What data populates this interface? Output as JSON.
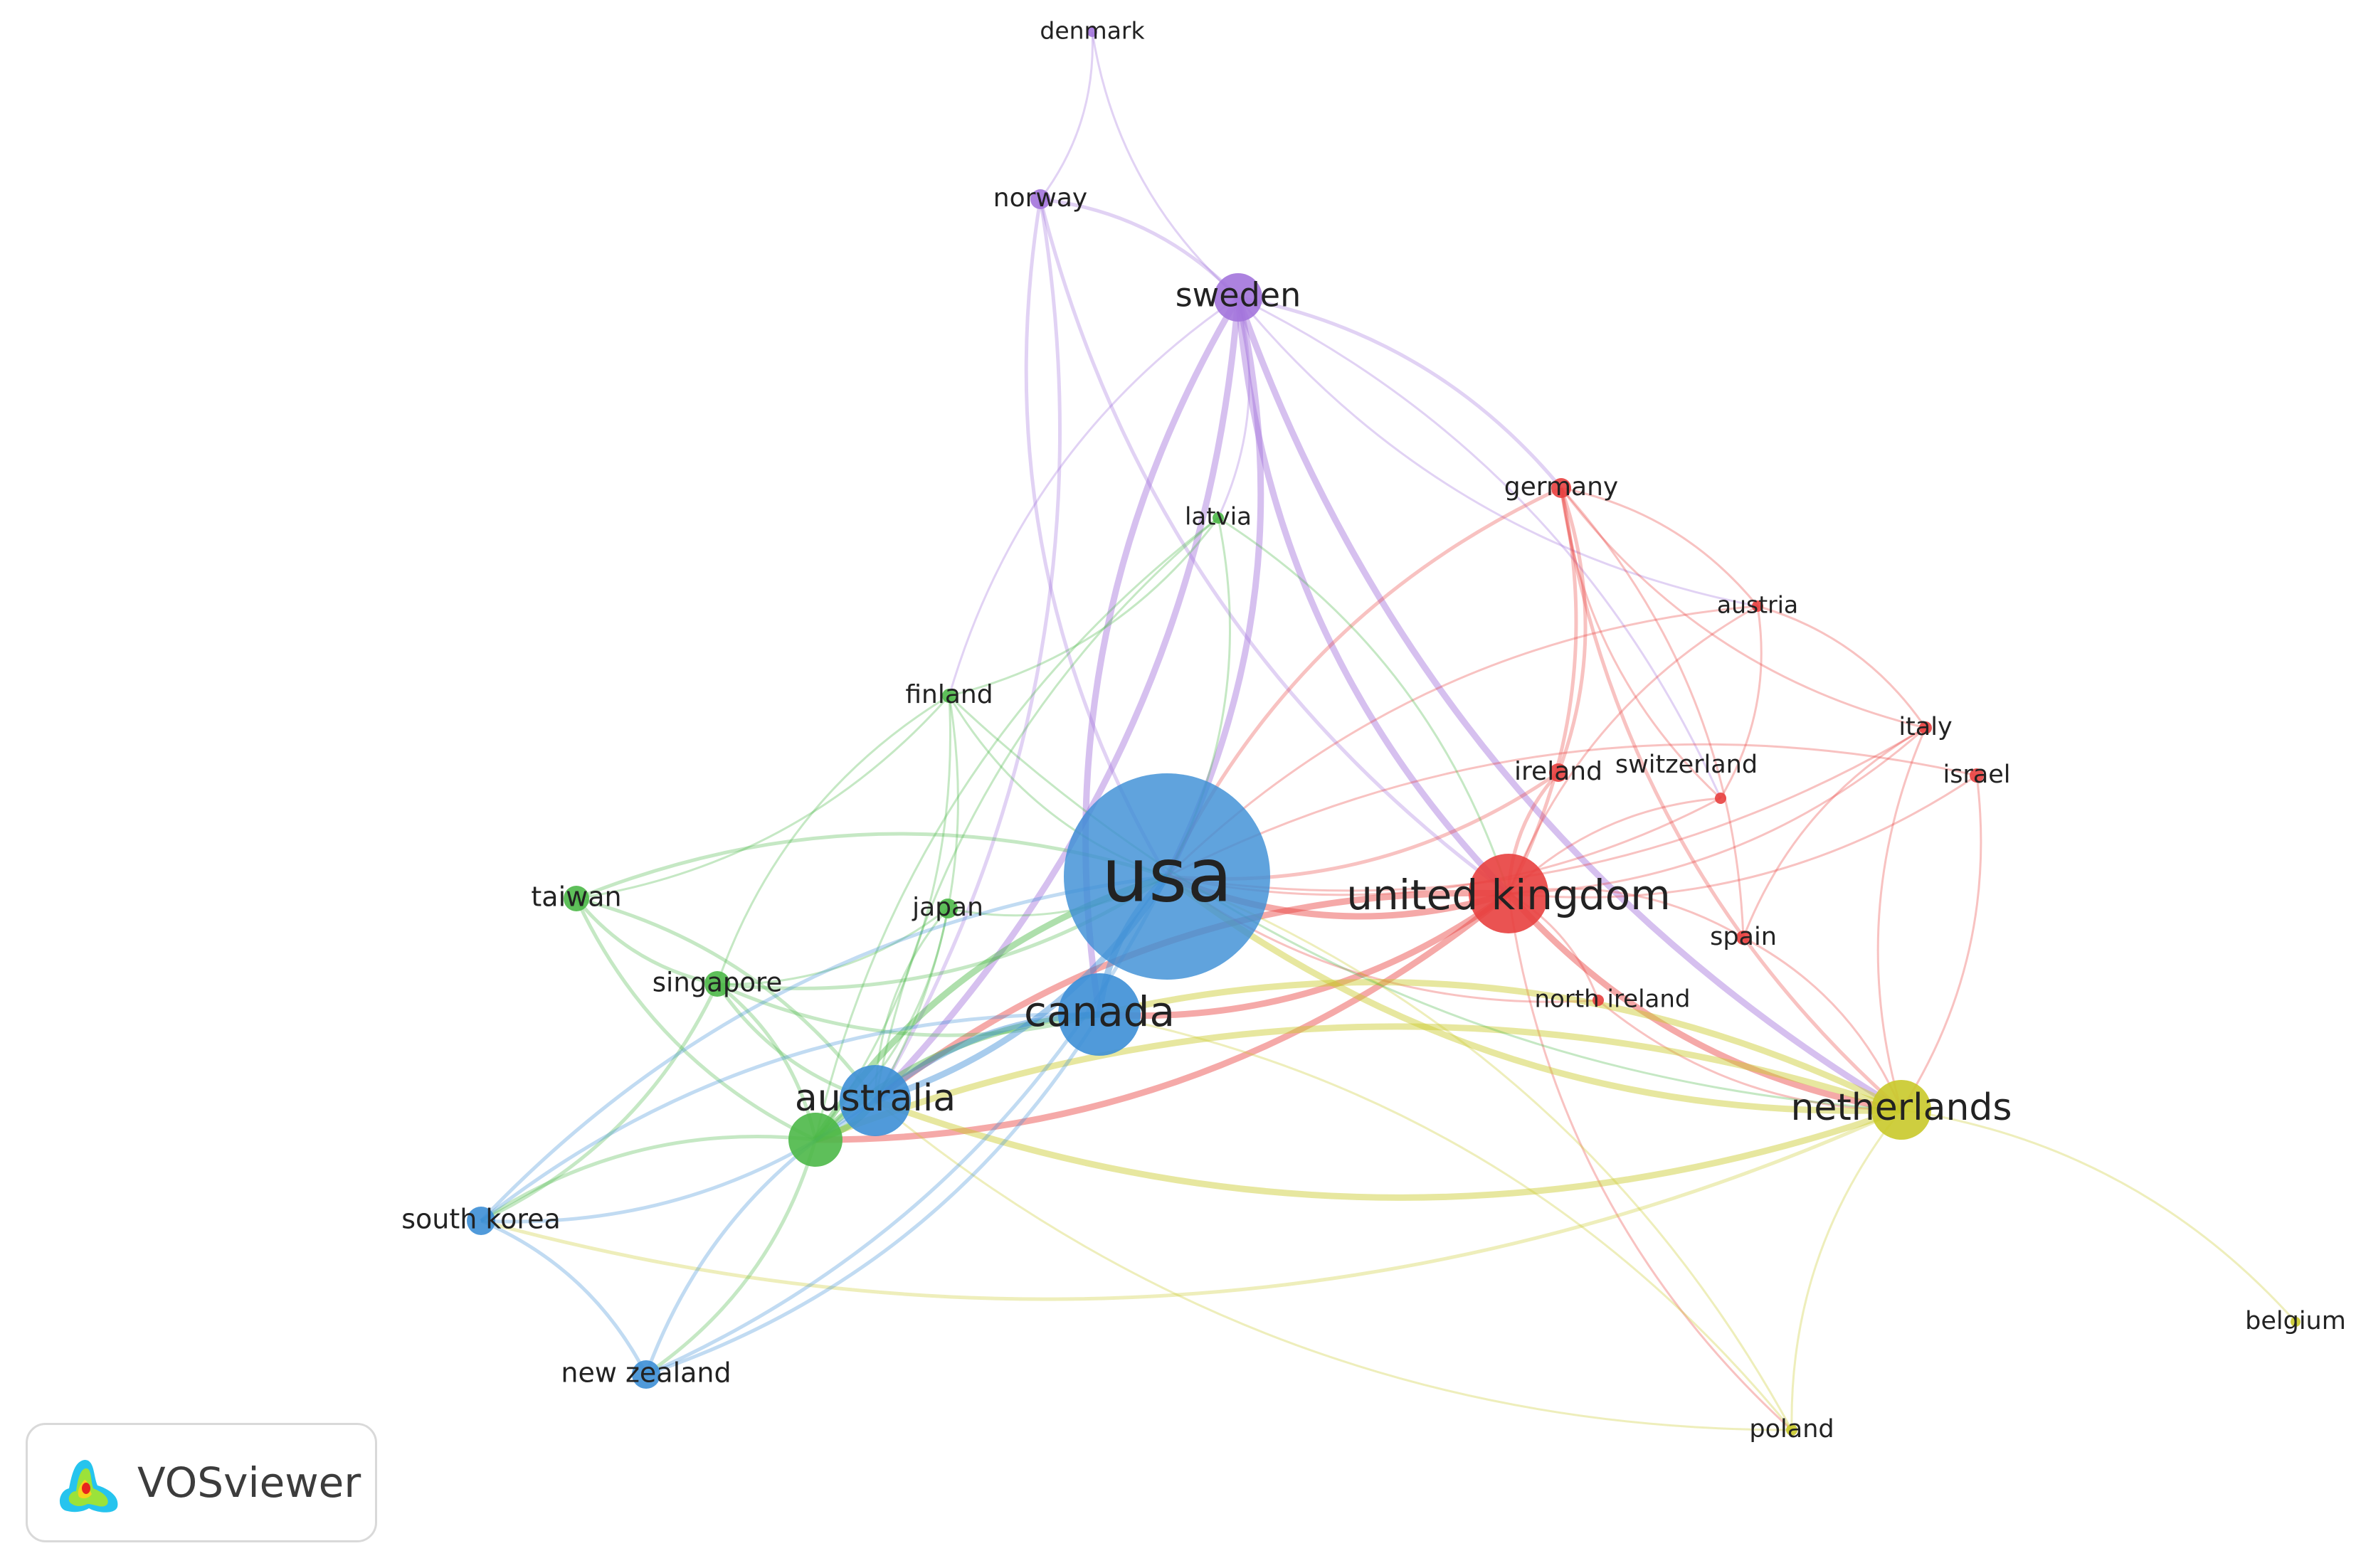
{
  "app": {
    "brand_label": "VOSviewer"
  },
  "clusters": {
    "red": "#e8403f",
    "green": "#4cb848",
    "blue": "#3d8fd6",
    "yellow": "#c9c92a",
    "purple": "#a374dc"
  },
  "nodes": [
    {
      "id": "usa",
      "label": "usa",
      "cluster": "blue",
      "weight": 10
    },
    {
      "id": "united-kingdom",
      "label": "united kingdom",
      "cluster": "red",
      "weight": 5
    },
    {
      "id": "canada",
      "label": "canada",
      "cluster": "blue",
      "weight": 5
    },
    {
      "id": "australia",
      "label": "australia",
      "cluster": "blue",
      "weight": 5
    },
    {
      "id": "netherlands",
      "label": "netherlands",
      "cluster": "yellow",
      "weight": 4
    },
    {
      "id": "sweden",
      "label": "sweden",
      "cluster": "purple",
      "weight": 4
    },
    {
      "id": "norway",
      "label": "norway",
      "cluster": "purple",
      "weight": 2
    },
    {
      "id": "denmark",
      "label": "denmark",
      "cluster": "purple",
      "weight": 1
    },
    {
      "id": "germany",
      "label": "germany",
      "cluster": "red",
      "weight": 2
    },
    {
      "id": "austria",
      "label": "austria",
      "cluster": "red",
      "weight": 1
    },
    {
      "id": "italy",
      "label": "italy",
      "cluster": "red",
      "weight": 1
    },
    {
      "id": "israel",
      "label": "israel",
      "cluster": "red",
      "weight": 1
    },
    {
      "id": "ireland",
      "label": "ireland",
      "cluster": "red",
      "weight": 2
    },
    {
      "id": "switzerland",
      "label": "switzerland",
      "cluster": "red",
      "weight": 1
    },
    {
      "id": "spain",
      "label": "spain",
      "cluster": "red",
      "weight": 1
    },
    {
      "id": "north-ireland",
      "label": "north ireland",
      "cluster": "red",
      "weight": 1
    },
    {
      "id": "latvia",
      "label": "latvia",
      "cluster": "green",
      "weight": 1
    },
    {
      "id": "finland",
      "label": "finland",
      "cluster": "green",
      "weight": 1
    },
    {
      "id": "japan",
      "label": "japan",
      "cluster": "green",
      "weight": 1
    },
    {
      "id": "taiwan",
      "label": "taiwan",
      "cluster": "green",
      "weight": 2
    },
    {
      "id": "singapore",
      "label": "singapore",
      "cluster": "green",
      "weight": 2
    },
    {
      "id": "china",
      "label": "",
      "cluster": "green",
      "weight": 4
    },
    {
      "id": "south-korea",
      "label": "south korea",
      "cluster": "blue",
      "weight": 2
    },
    {
      "id": "new-zealand",
      "label": "new zealand",
      "cluster": "blue",
      "weight": 2
    },
    {
      "id": "belgium",
      "label": "belgium",
      "cluster": "yellow",
      "weight": 1
    },
    {
      "id": "poland",
      "label": "poland",
      "cluster": "yellow",
      "weight": 1
    }
  ],
  "links": [
    [
      "denmark",
      "norway"
    ],
    [
      "denmark",
      "sweden"
    ],
    [
      "norway",
      "sweden"
    ],
    [
      "norway",
      "usa"
    ],
    [
      "norway",
      "australia"
    ],
    [
      "norway",
      "united-kingdom"
    ],
    [
      "sweden",
      "usa"
    ],
    [
      "sweden",
      "united-kingdom"
    ],
    [
      "sweden",
      "germany"
    ],
    [
      "sweden",
      "canada"
    ],
    [
      "sweden",
      "australia"
    ],
    [
      "sweden",
      "netherlands"
    ],
    [
      "sweden",
      "latvia"
    ],
    [
      "sweden",
      "austria"
    ],
    [
      "sweden",
      "switzerland"
    ],
    [
      "sweden",
      "finland"
    ],
    [
      "germany",
      "united-kingdom"
    ],
    [
      "germany",
      "usa"
    ],
    [
      "germany",
      "austria"
    ],
    [
      "germany",
      "italy"
    ],
    [
      "germany",
      "ireland"
    ],
    [
      "germany",
      "netherlands"
    ],
    [
      "germany",
      "spain"
    ],
    [
      "germany",
      "switzerland"
    ],
    [
      "austria",
      "italy"
    ],
    [
      "austria",
      "united-kingdom"
    ],
    [
      "austria",
      "switzerland"
    ],
    [
      "austria",
      "usa"
    ],
    [
      "italy",
      "united-kingdom"
    ],
    [
      "italy",
      "netherlands"
    ],
    [
      "italy",
      "usa"
    ],
    [
      "italy",
      "spain"
    ],
    [
      "israel",
      "united-kingdom"
    ],
    [
      "israel",
      "usa"
    ],
    [
      "israel",
      "netherlands"
    ],
    [
      "ireland",
      "united-kingdom"
    ],
    [
      "ireland",
      "usa"
    ],
    [
      "switzerland",
      "united-kingdom"
    ],
    [
      "switzerland",
      "usa"
    ],
    [
      "spain",
      "united-kingdom"
    ],
    [
      "spain",
      "netherlands"
    ],
    [
      "north-ireland",
      "united-kingdom"
    ],
    [
      "north-ireland",
      "usa"
    ],
    [
      "north-ireland",
      "netherlands"
    ],
    [
      "united-kingdom",
      "usa"
    ],
    [
      "united-kingdom",
      "netherlands"
    ],
    [
      "united-kingdom",
      "canada"
    ],
    [
      "united-kingdom",
      "australia"
    ],
    [
      "united-kingdom",
      "china"
    ],
    [
      "united-kingdom",
      "poland"
    ],
    [
      "netherlands",
      "usa"
    ],
    [
      "netherlands",
      "canada"
    ],
    [
      "netherlands",
      "australia"
    ],
    [
      "netherlands",
      "china"
    ],
    [
      "netherlands",
      "belgium"
    ],
    [
      "netherlands",
      "poland"
    ],
    [
      "netherlands",
      "south-korea"
    ],
    [
      "poland",
      "usa"
    ],
    [
      "poland",
      "australia"
    ],
    [
      "poland",
      "canada"
    ],
    [
      "latvia",
      "usa"
    ],
    [
      "latvia",
      "china"
    ],
    [
      "latvia",
      "finland"
    ],
    [
      "latvia",
      "australia"
    ],
    [
      "latvia",
      "united-kingdom"
    ],
    [
      "finland",
      "usa"
    ],
    [
      "finland",
      "china"
    ],
    [
      "finland",
      "singapore"
    ],
    [
      "finland",
      "taiwan"
    ],
    [
      "finland",
      "netherlands"
    ],
    [
      "finland",
      "australia"
    ],
    [
      "japan",
      "usa"
    ],
    [
      "japan",
      "china"
    ],
    [
      "japan",
      "australia"
    ],
    [
      "japan",
      "singapore"
    ],
    [
      "taiwan",
      "singapore"
    ],
    [
      "taiwan",
      "usa"
    ],
    [
      "taiwan",
      "china"
    ],
    [
      "taiwan",
      "australia"
    ],
    [
      "singapore",
      "usa"
    ],
    [
      "singapore",
      "china"
    ],
    [
      "singapore",
      "australia"
    ],
    [
      "singapore",
      "south-korea"
    ],
    [
      "singapore",
      "canada"
    ],
    [
      "china",
      "usa"
    ],
    [
      "china",
      "australia"
    ],
    [
      "china",
      "canada"
    ],
    [
      "china",
      "south-korea"
    ],
    [
      "china",
      "new-zealand"
    ],
    [
      "usa",
      "canada"
    ],
    [
      "usa",
      "australia"
    ],
    [
      "usa",
      "south-korea"
    ],
    [
      "usa",
      "new-zealand"
    ],
    [
      "canada",
      "australia"
    ],
    [
      "canada",
      "new-zealand"
    ],
    [
      "canada",
      "south-korea"
    ],
    [
      "australia",
      "south-korea"
    ],
    [
      "australia",
      "new-zealand"
    ],
    [
      "south-korea",
      "new-zealand"
    ]
  ]
}
